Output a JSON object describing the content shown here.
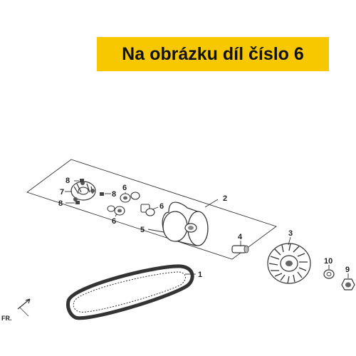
{
  "banner": {
    "text": "Na obrázku díl číslo 6",
    "color": "#f7c700"
  },
  "callouts": {
    "c1": "1",
    "c2": "2",
    "c3": "3",
    "c4": "4",
    "c5": "5",
    "c6a": "6",
    "c6b": "6",
    "c6c": "6",
    "c7": "7",
    "c8a": "8",
    "c8b": "8",
    "c8c": "8",
    "c9": "9",
    "c10": "10"
  },
  "direction_label": "FR."
}
